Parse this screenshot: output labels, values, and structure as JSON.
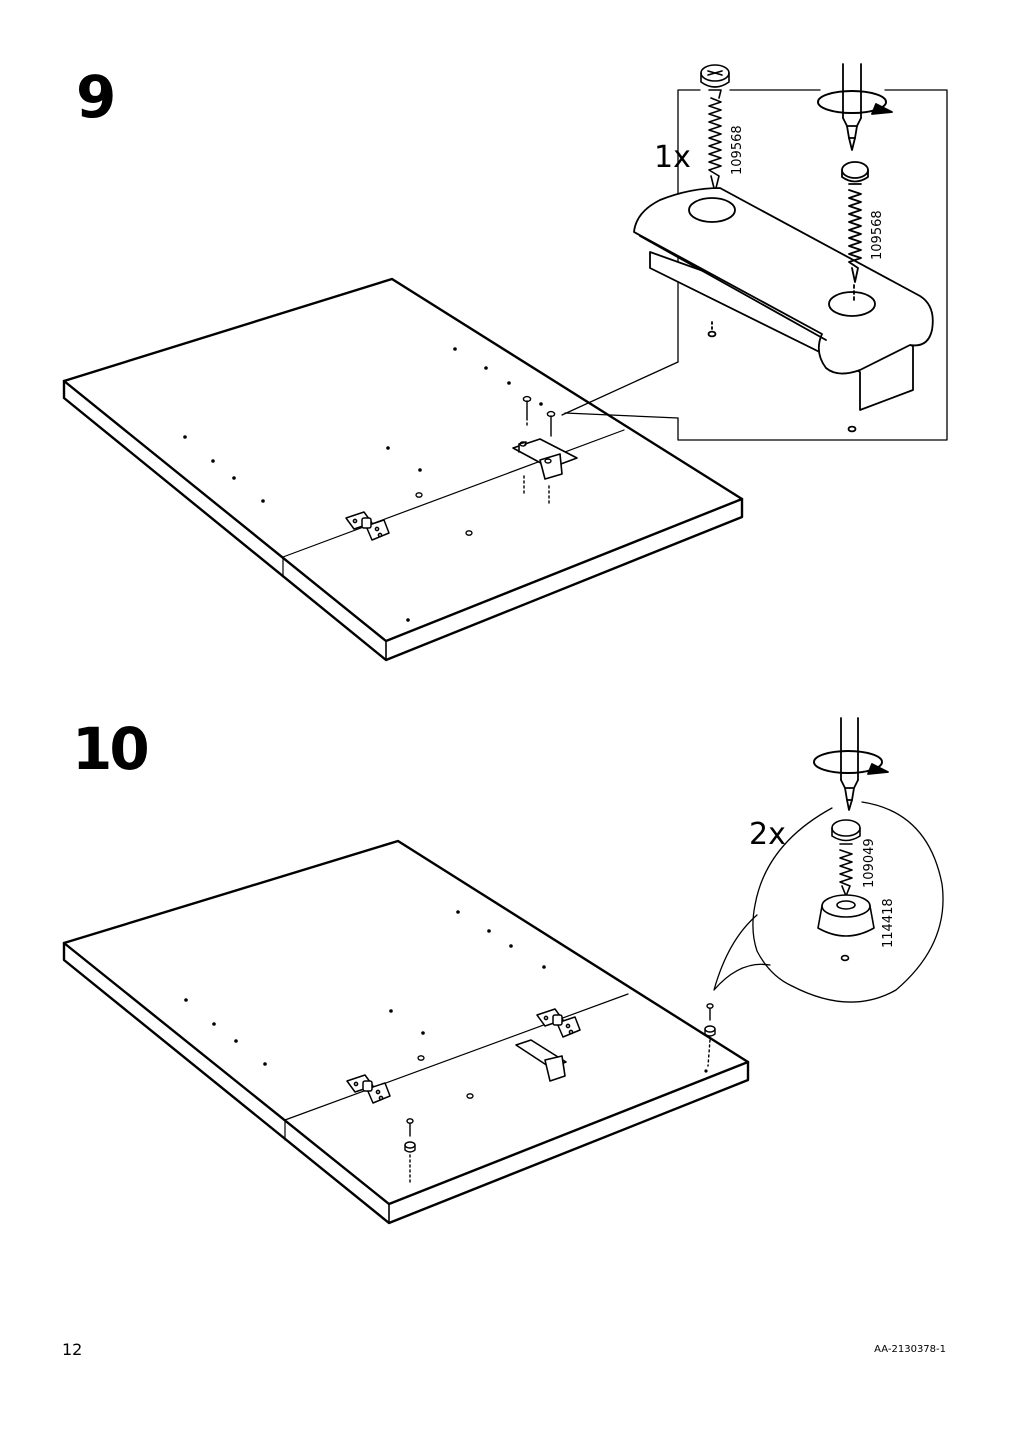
{
  "steps": [
    {
      "number": "9",
      "detail": {
        "quantity": "1x",
        "part_numbers": [
          "109568",
          "109568"
        ]
      }
    },
    {
      "number": "10",
      "detail": {
        "quantity": "2x",
        "part_numbers": [
          "109049",
          "114418"
        ]
      }
    }
  ],
  "footer": {
    "page_number": "12",
    "document_code": "AA-2130378-1"
  }
}
